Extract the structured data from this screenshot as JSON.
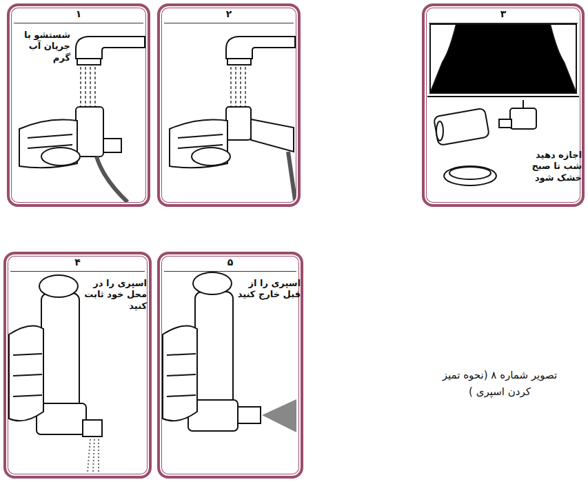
{
  "diagram": {
    "caption": "تصویر شماره ۸ (نحوه تمیز کردن اسپری )",
    "nodes": [
      {
        "text": [
          "۱",
          "شستشو با جریان آب گرم"
        ]
      },
      {
        "text": [
          "۲"
        ]
      },
      {
        "text": [
          "۳",
          "اجازه دهید شب تا صبح خشک شود"
        ]
      },
      {
        "text": [
          "۴",
          "اسپری را در محل خود ثابت کنید"
        ]
      },
      {
        "text": [
          "۵",
          "اسپری را از قبل خارج کنید"
        ]
      }
    ]
  }
}
